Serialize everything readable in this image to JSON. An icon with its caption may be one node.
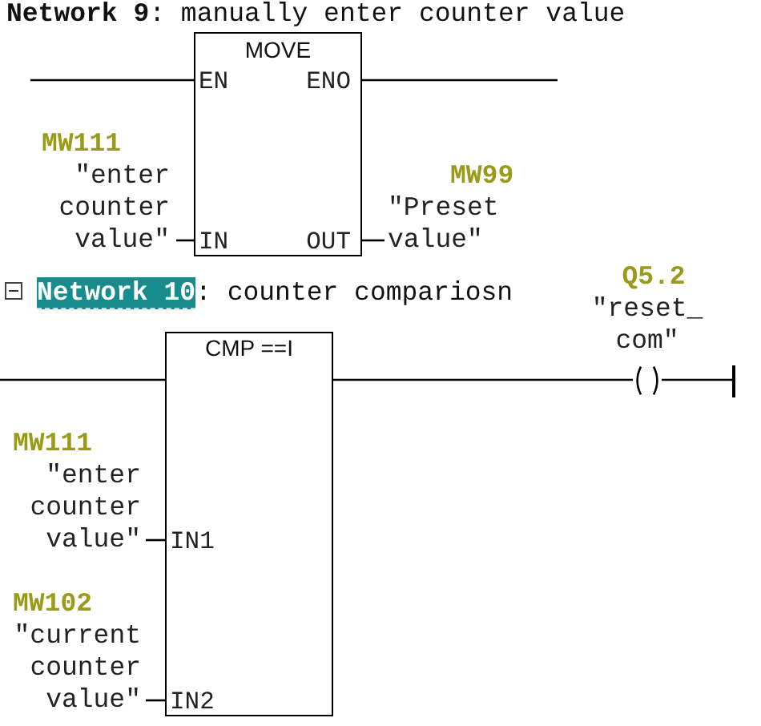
{
  "diagram": {
    "nodes": [
      {
        "text": [
          "MOVE",
          "EN",
          "ENO",
          "IN",
          "OUT"
        ]
      },
      {
        "text": [
          "MW111",
          "\"enter counter value\""
        ]
      },
      {
        "text": [
          "MW99",
          "\"Preset value\""
        ]
      },
      {
        "text": [
          "CMP ==I",
          "IN1",
          "IN2"
        ]
      },
      {
        "text": [
          "MW111",
          "\"enter counter value\""
        ]
      },
      {
        "text": [
          "MW102",
          "\"current counter value\""
        ]
      },
      {
        "text": [
          "Q5.2",
          "\"reset_ com\""
        ]
      },
      {
        "text": [],
        "shape": "bar"
      }
    ],
    "edges": [
      {
        "from": null,
        "to": 0,
        "arrow": "none"
      },
      {
        "from": 0,
        "to": null,
        "arrow": "none"
      },
      {
        "from": 1,
        "to": 0,
        "arrow": "none"
      },
      {
        "from": 0,
        "to": 2,
        "arrow": "none"
      },
      {
        "from": null,
        "to": 3,
        "arrow": "none"
      },
      {
        "from": 3,
        "to": 6,
        "arrow": "none"
      },
      {
        "from": 6,
        "to": 7,
        "arrow": "none"
      },
      {
        "from": 4,
        "to": 3,
        "arrow": "none"
      },
      {
        "from": 5,
        "to": 3,
        "arrow": "none"
      }
    ],
    "labels": [
      "**Network 9**: manually enter counter value",
      "**Network 10**: counter compariosn"
    ]
  }
}
